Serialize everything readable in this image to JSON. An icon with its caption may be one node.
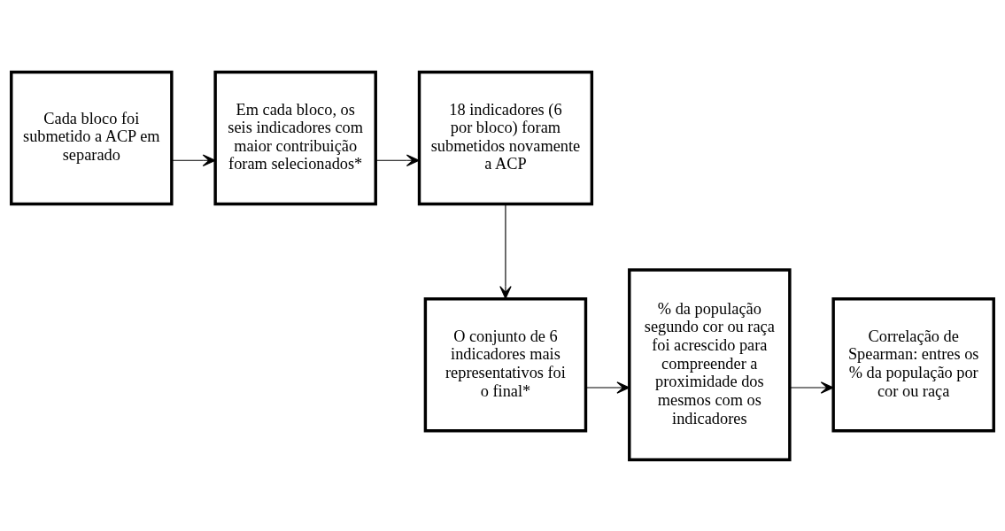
{
  "diagram": {
    "nodes": [
      {
        "text": [
          "Cada bloco foi submetido a ACP em separado"
        ]
      },
      {
        "text": [
          "Em cada bloco, os seis indicadores com maior contribuição foram selecionados*"
        ]
      },
      {
        "text": [
          "18 indicadores (6 por bloco) foram submetidos novamente a ACP"
        ]
      },
      {
        "text": [
          "O conjunto de 6 indicadores mais representativos foi o final*"
        ]
      },
      {
        "text": [
          "% da população segundo cor ou raça foi acrescido para compreender a proximidade dos mesmos com os indicadores"
        ]
      },
      {
        "text": [
          "Correlação de Spearman: entres os % da população por cor ou raça"
        ]
      }
    ],
    "edges": [
      {
        "from": 0,
        "to": 1,
        "arrow": "to"
      },
      {
        "from": 1,
        "to": 2,
        "arrow": "to"
      },
      {
        "from": 2,
        "to": 3,
        "arrow": "to"
      },
      {
        "from": 3,
        "to": 4,
        "arrow": "to"
      },
      {
        "from": 4,
        "to": 5,
        "arrow": "to"
      }
    ]
  }
}
